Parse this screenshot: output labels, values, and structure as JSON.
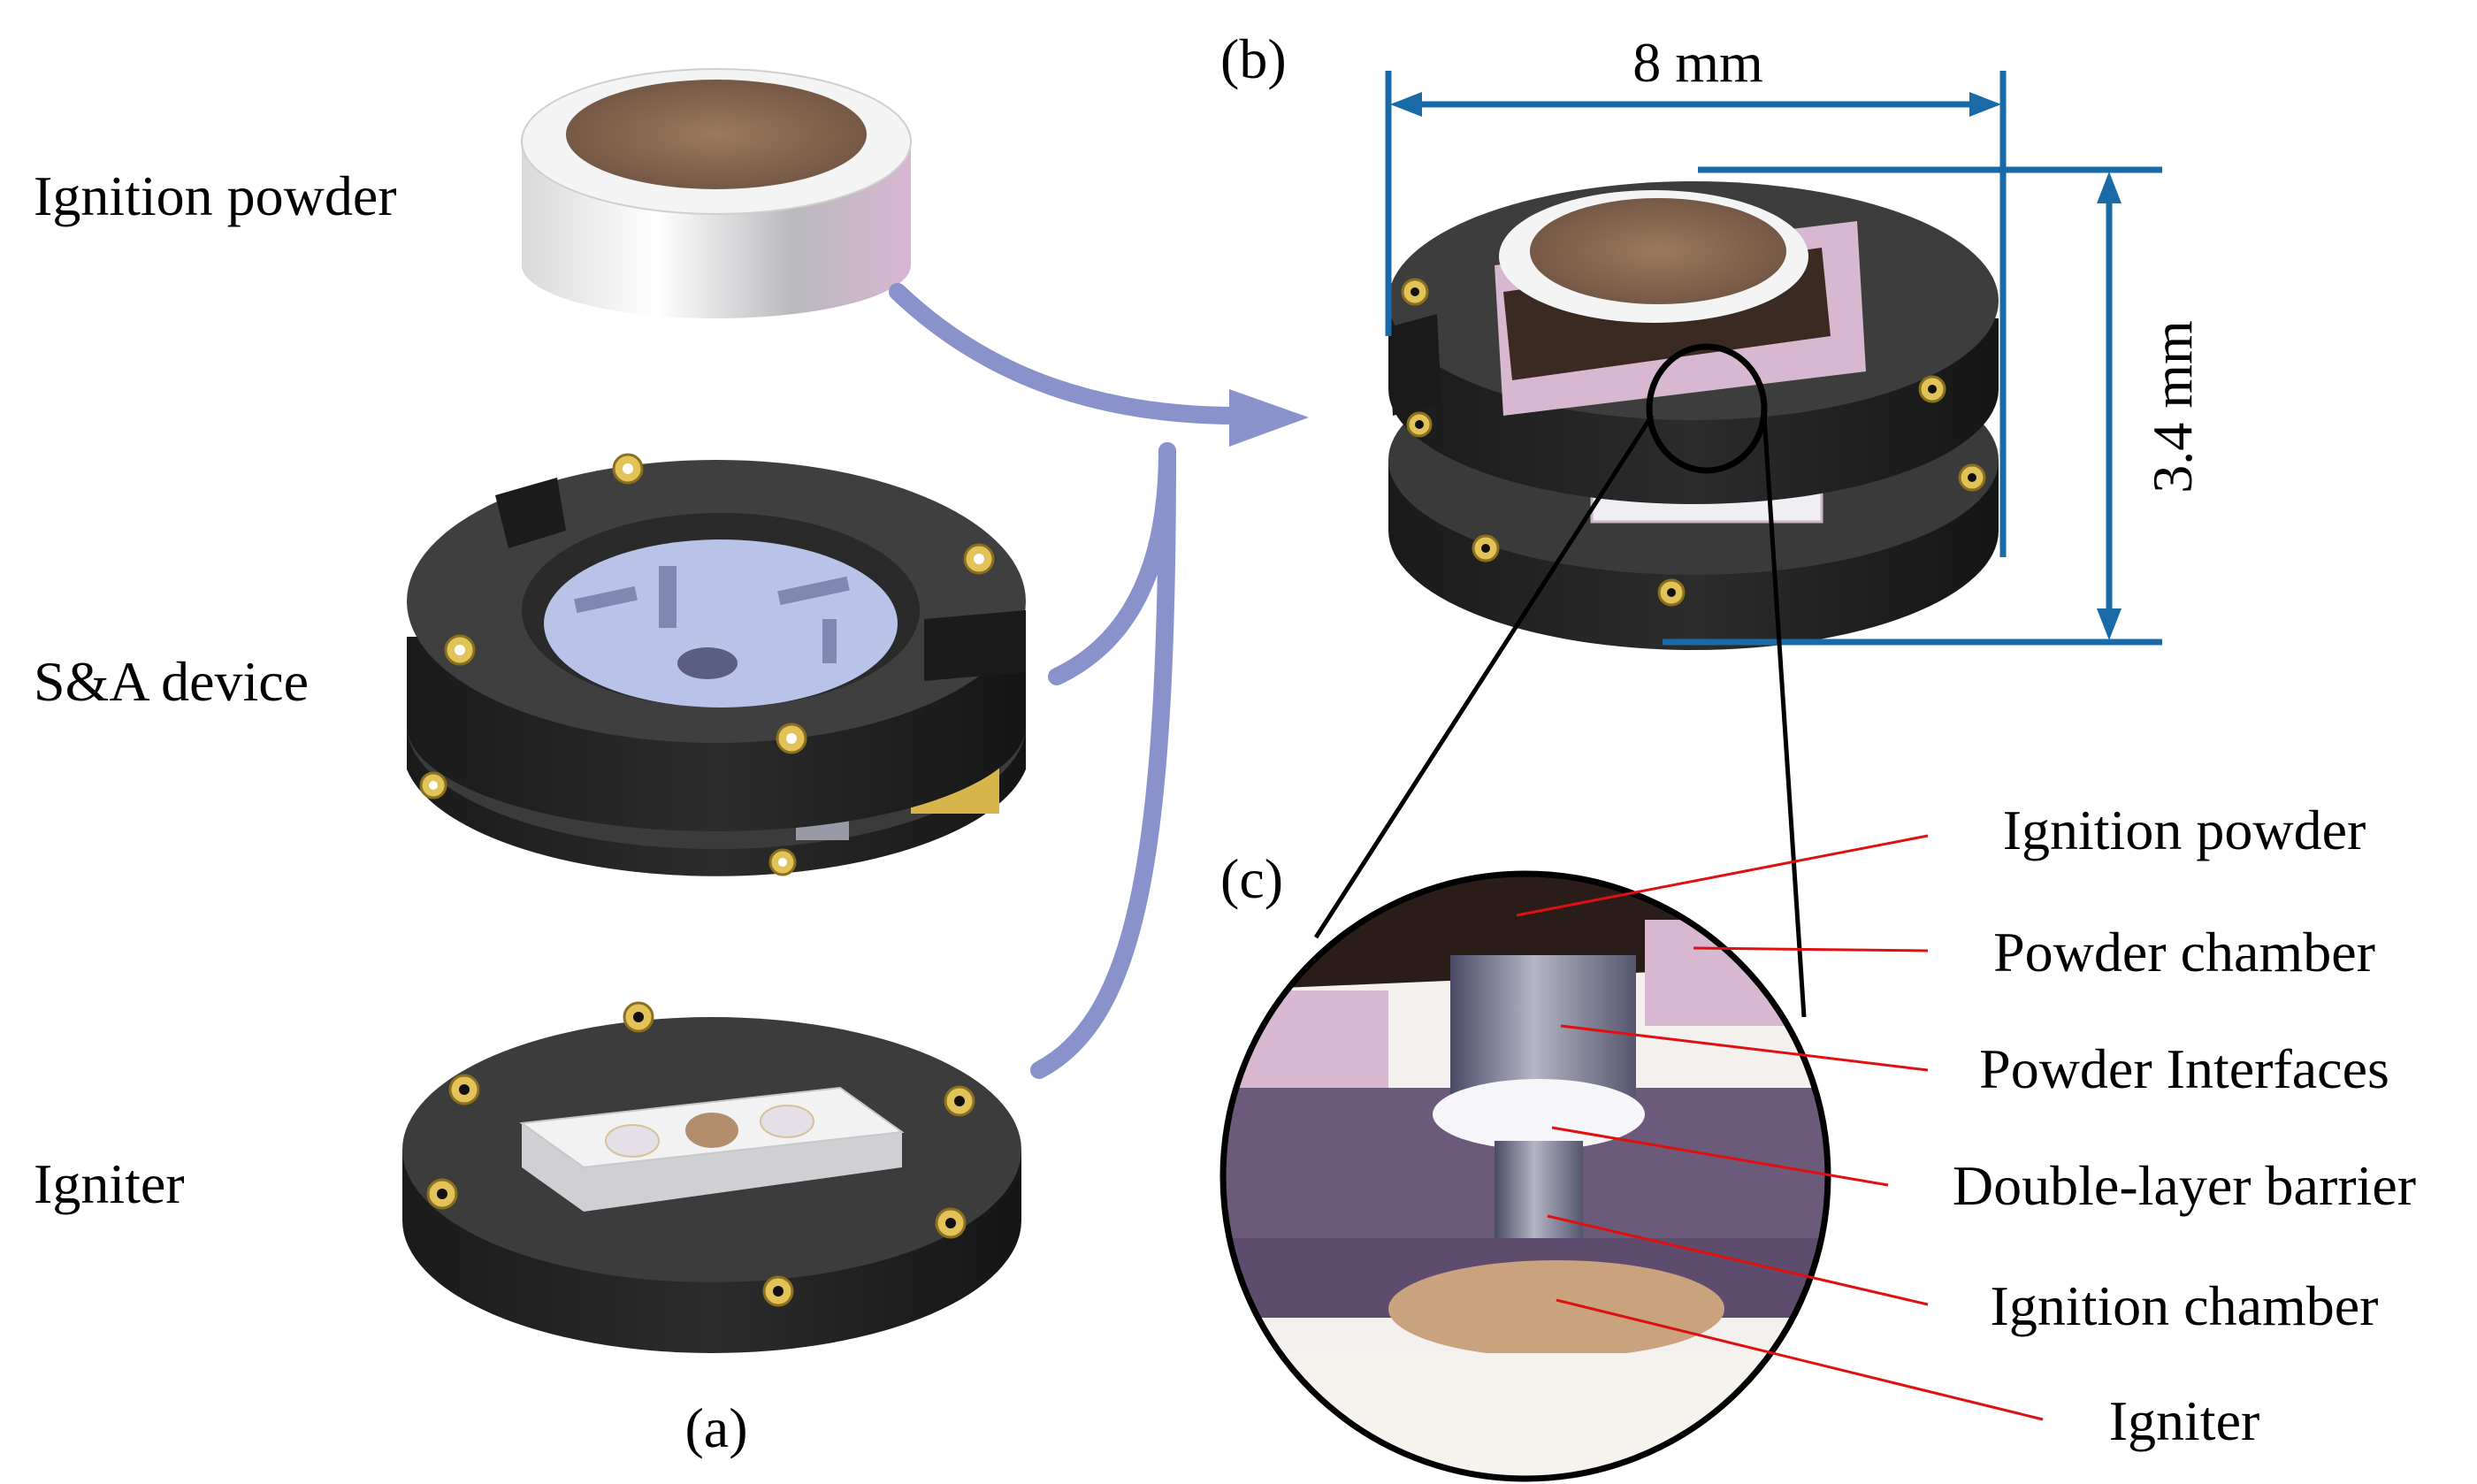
{
  "labels": {
    "ignition_powder": "Ignition powder",
    "sa_device": "S&A device",
    "igniter": "Igniter",
    "panel_a": "(a)",
    "panel_b": "(b)",
    "panel_c": "(c)",
    "width_dim": "8 mm",
    "height_dim": "3.4 mm"
  },
  "callouts": [
    "Ignition powder",
    "Powder chamber",
    "Powder Interfaces",
    "Double-layer barrier",
    "Ignition chamber",
    "Igniter"
  ],
  "colors": {
    "board": "#3a3a3a",
    "board_side": "#161616",
    "powder": "#8a6a50",
    "arrow": "#8a92cc",
    "dimension": "#1a6aa8",
    "callout_line": "#e01010",
    "pad_gold": "#e2c35a",
    "chamber_pink": "#d8b8d0"
  }
}
